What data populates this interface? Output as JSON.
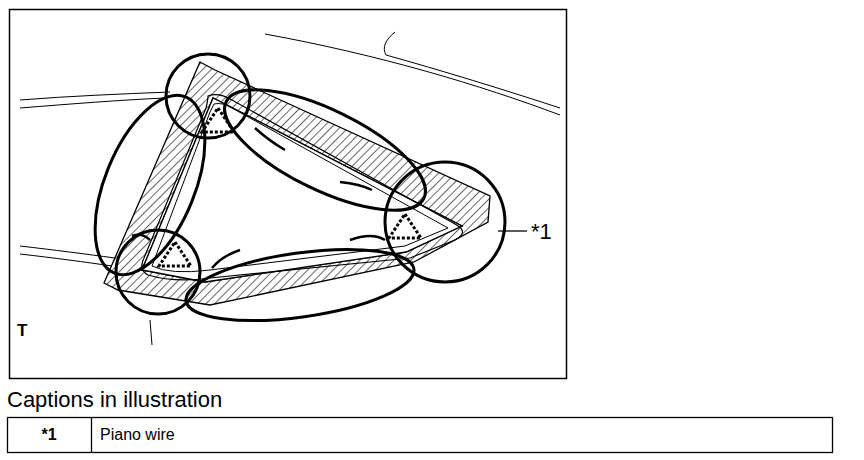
{
  "diagram": {
    "title": "Captions in illustration",
    "labels": [
      "T",
      "*1",
      "*1",
      "Piano wire"
    ]
  }
}
